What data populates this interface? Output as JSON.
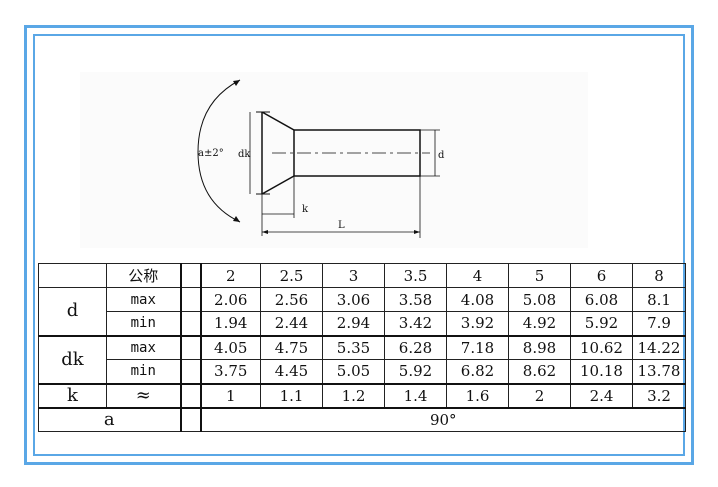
{
  "drawing": {
    "angle_label": "a±2°",
    "dk_label": "dk",
    "d_label": "d",
    "k_label": "k",
    "L_label": "L"
  },
  "table": {
    "header": {
      "label": "公称",
      "values": [
        "2",
        "2.5",
        "3",
        "3.5",
        "4",
        "5",
        "6",
        "8"
      ]
    },
    "d": {
      "name": "d",
      "max": {
        "label": "max",
        "values": [
          "2.06",
          "2.56",
          "3.06",
          "3.58",
          "4.08",
          "5.08",
          "6.08",
          "8.1"
        ]
      },
      "min": {
        "label": "min",
        "values": [
          "1.94",
          "2.44",
          "2.94",
          "3.42",
          "3.92",
          "4.92",
          "5.92",
          "7.9"
        ]
      }
    },
    "dk": {
      "name": "dk",
      "max": {
        "label": "max",
        "values": [
          "4.05",
          "4.75",
          "5.35",
          "6.28",
          "7.18",
          "8.98",
          "10.62",
          "14.22"
        ]
      },
      "min": {
        "label": "min",
        "values": [
          "3.75",
          "4.45",
          "5.05",
          "5.92",
          "6.82",
          "8.62",
          "10.18",
          "13.78"
        ]
      }
    },
    "k": {
      "name": "k",
      "symbol": "≈",
      "values": [
        "1",
        "1.1",
        "1.2",
        "1.4",
        "1.6",
        "2",
        "2.4",
        "3.2"
      ]
    },
    "a": {
      "name": "a",
      "value": "90°"
    }
  }
}
